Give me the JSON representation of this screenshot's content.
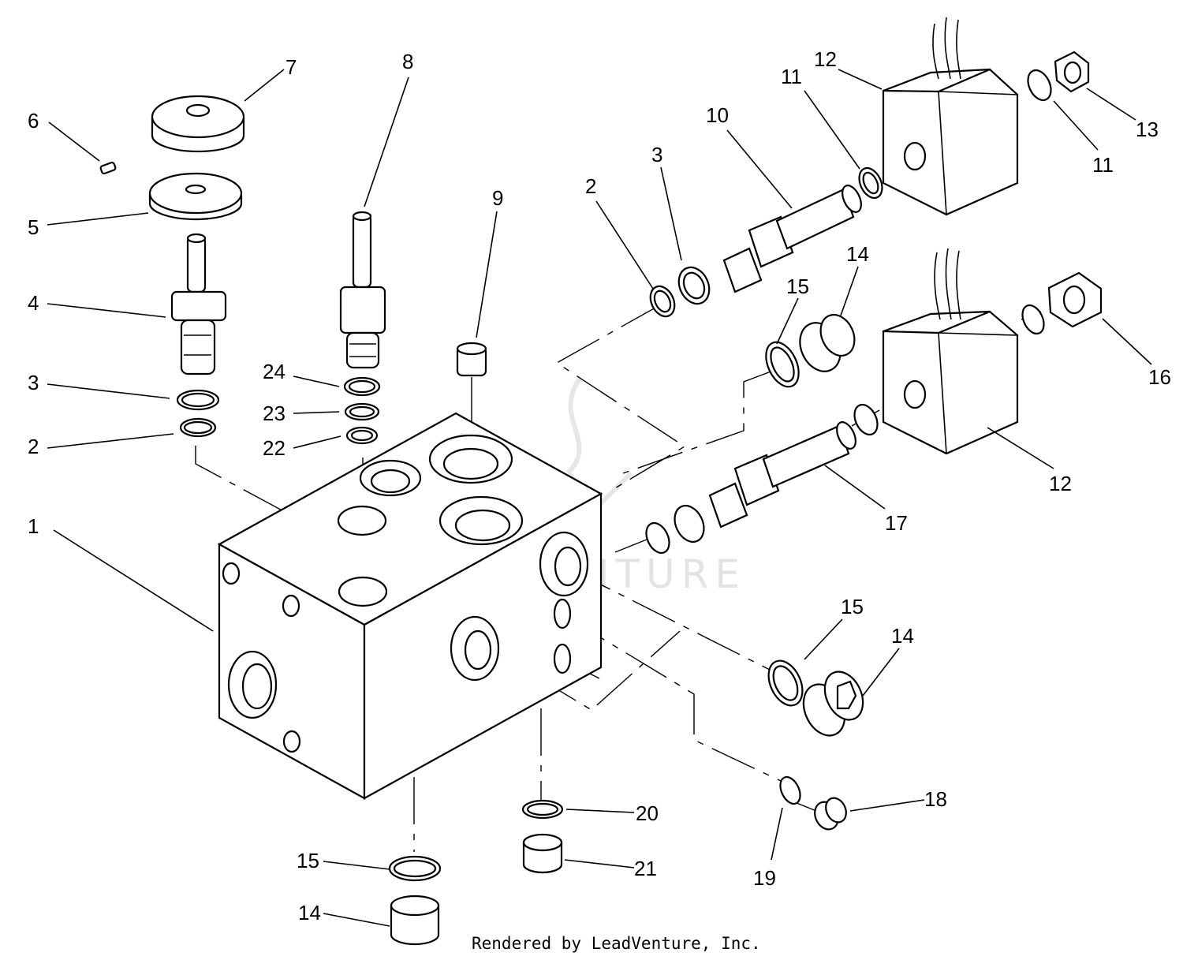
{
  "footer_text": "Rendered by LeadVenture, Inc.",
  "watermark": "LEADVENTURE",
  "callouts": {
    "c1": "1",
    "c2a": "2",
    "c2b": "2",
    "c3a": "3",
    "c3b": "3",
    "c4": "4",
    "c5": "5",
    "c6": "6",
    "c7": "7",
    "c8": "8",
    "c9": "9",
    "c10": "10",
    "c11a": "11",
    "c11b": "11",
    "c12a": "12",
    "c12b": "12",
    "c13": "13",
    "c14a": "14",
    "c14b": "14",
    "c14c": "14",
    "c15a": "15",
    "c15b": "15",
    "c15c": "15",
    "c16": "16",
    "c17": "17",
    "c18": "18",
    "c19": "19",
    "c20": "20",
    "c21": "21",
    "c22": "22",
    "c23": "23",
    "c24": "24"
  }
}
